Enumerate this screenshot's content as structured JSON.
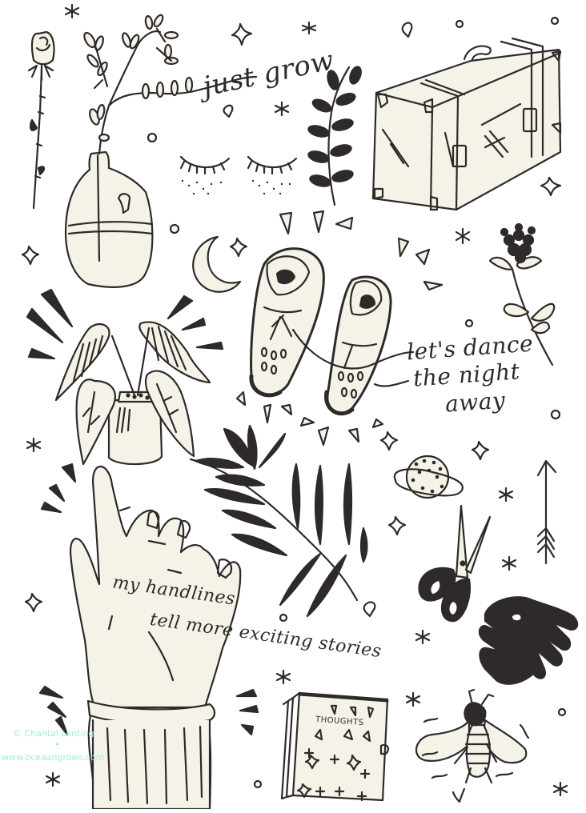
{
  "artwork": {
    "style": "hand-drawn ink doodle sheet",
    "colors": {
      "background": "#ffffff",
      "ink": "#2f2a2a",
      "paper_fill": "#f5f2e8",
      "watermark": "#9ff0cf"
    },
    "lettering": {
      "just_grow": "just grow",
      "lets_dance_line1": "let's dance",
      "lets_dance_line2": "the night",
      "lets_dance_line3": "away",
      "hand_line1": "my handlines",
      "hand_line2": "tell more exciting stories",
      "book_title": "THOUGHTS"
    },
    "watermark": {
      "author": "© Chantal Lenting",
      "separator": "•",
      "website": "www.oceaangroen.com"
    },
    "illustrations": [
      "rose-icon",
      "vase-with-branch-icon",
      "closed-eyes-icon",
      "fern-sprig-icon",
      "suitcase-icon",
      "crescent-moon-icon",
      "shoes-icon",
      "flower-icon",
      "potted-plant-icon",
      "planet-icon",
      "arrow-icon",
      "palm-leaf-icon",
      "hand-icon",
      "scissors-icon",
      "monstera-leaf-icon",
      "notebook-icon",
      "bee-icon"
    ]
  }
}
